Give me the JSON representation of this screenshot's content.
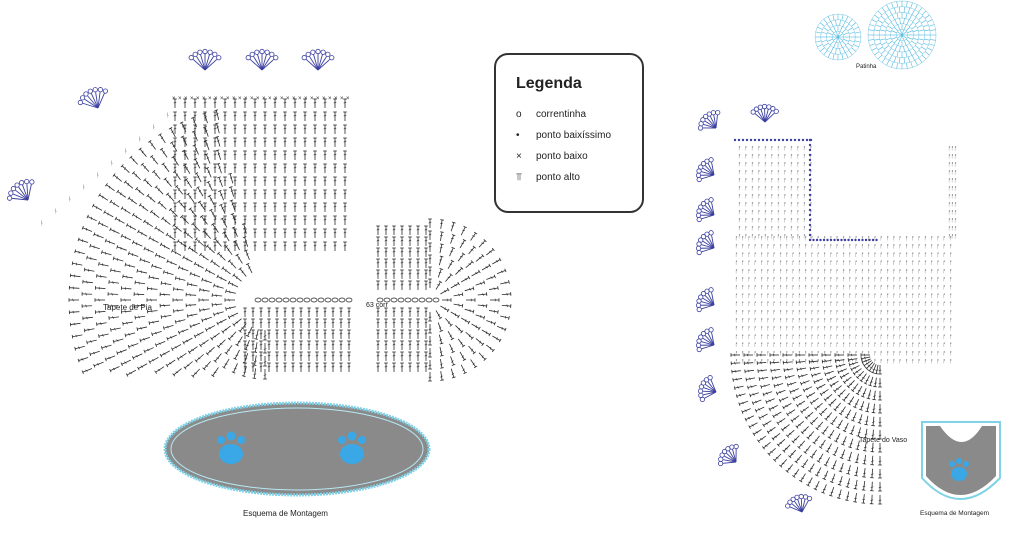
{
  "labels": {
    "tapete_pia": "Tapete de Pia",
    "chain_count": "63 corr",
    "esquema_left": "Esquema de Montagem",
    "patinha": "Patinha",
    "tapete_vaso": "Tapete do Vaso",
    "esquema_right": "Esquema de Montagem"
  },
  "legend": {
    "title": "Legenda",
    "items": [
      {
        "symbol": "o",
        "label": "correntinha"
      },
      {
        "symbol": "•",
        "label": "ponto baixíssimo"
      },
      {
        "symbol": "×",
        "label": "ponto baixo"
      },
      {
        "symbol": "⫪",
        "label": "ponto alto"
      }
    ]
  },
  "colors": {
    "stitch": "#2b2b2b",
    "border_stitch": "#3b3fa0",
    "paw_chart": "#4fb8e0",
    "mat_fill": "#8a8a8a",
    "mat_edge": "#7fd3e8",
    "paw": "#3aa8e6"
  }
}
